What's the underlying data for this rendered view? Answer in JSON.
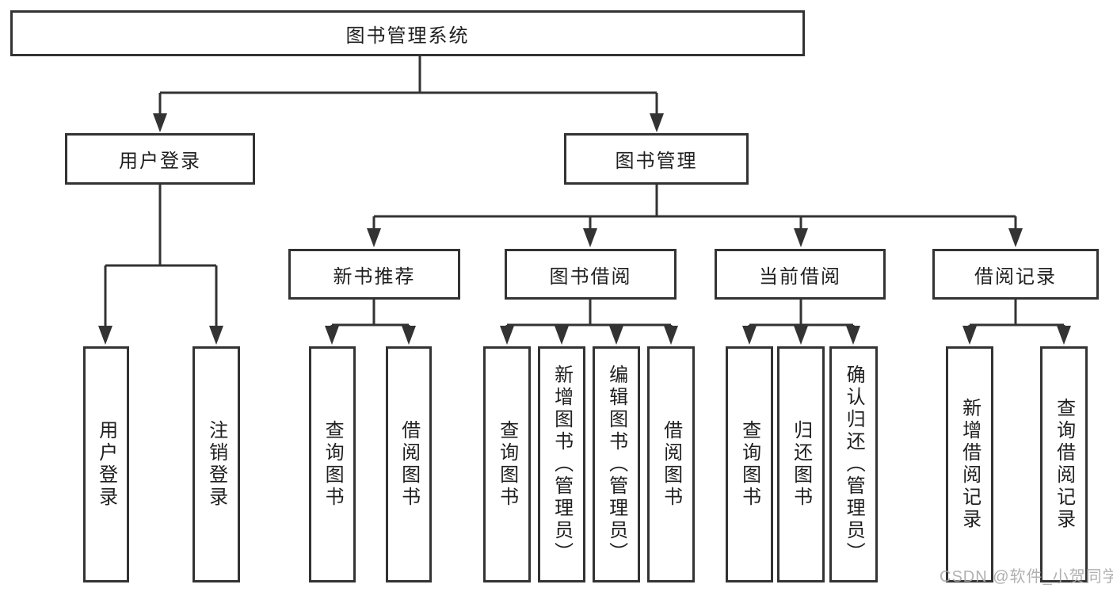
{
  "colors": {
    "line": "#333333",
    "text": "#1f1f1f",
    "watermark": "#a8a8a8",
    "background": "#ffffff"
  },
  "nodes": {
    "root": "图书管理系统",
    "user_login": {
      "label": "用户登录",
      "children": {
        "login": "用户登录",
        "logout": "注销登录"
      }
    },
    "book_mgmt": {
      "label": "图书管理",
      "new_book": {
        "label": "新书推荐",
        "children": {
          "query": "查询图书",
          "borrow": "借阅图书"
        }
      },
      "borrowing": {
        "label": "图书借阅",
        "children": {
          "query": "查询图书",
          "add": "新增图书（管理员）",
          "edit": "编辑图书（管理员）",
          "borrow": "借阅图书"
        }
      },
      "current": {
        "label": "当前借阅",
        "children": {
          "query": "查询图书",
          "return": "归还图书",
          "confirm": "确认归还（管理员）"
        }
      },
      "records": {
        "label": "借阅记录",
        "children": {
          "add": "新增借阅记录",
          "query": "查询借阅记录"
        }
      }
    }
  },
  "watermark": "CSDN @软件_小贺同学"
}
